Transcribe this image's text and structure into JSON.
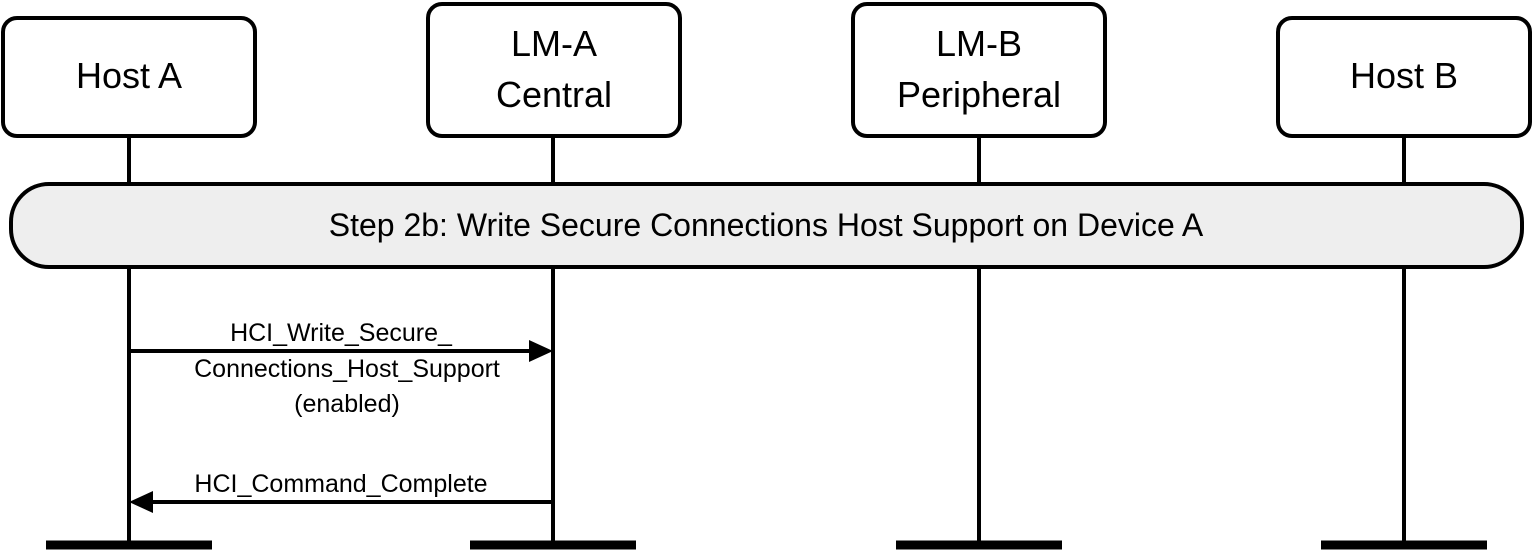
{
  "participants": [
    {
      "id": "host-a",
      "lines": [
        "Host A"
      ]
    },
    {
      "id": "lm-a",
      "lines": [
        "LM-A",
        "Central"
      ]
    },
    {
      "id": "lm-b",
      "lines": [
        "LM-B",
        "Peripheral"
      ]
    },
    {
      "id": "host-b",
      "lines": [
        "Host B"
      ]
    }
  ],
  "step": {
    "label": "Step 2b:  Write Secure Connections Host Support on Device A"
  },
  "messages": [
    {
      "id": "write-sc-host-support",
      "from": "host-a",
      "to": "lm-a",
      "lines_above": [
        "HCI_Write_Secure_"
      ],
      "lines_below": [
        "Connections_Host_Support",
        "(enabled)"
      ]
    },
    {
      "id": "command-complete",
      "from": "lm-a",
      "to": "host-a",
      "lines_above": [
        "HCI_Command_Complete"
      ],
      "lines_below": []
    }
  ],
  "colors": {
    "stroke": "#000000",
    "step_fill": "#eeeeee",
    "box_fill": "#ffffff"
  }
}
